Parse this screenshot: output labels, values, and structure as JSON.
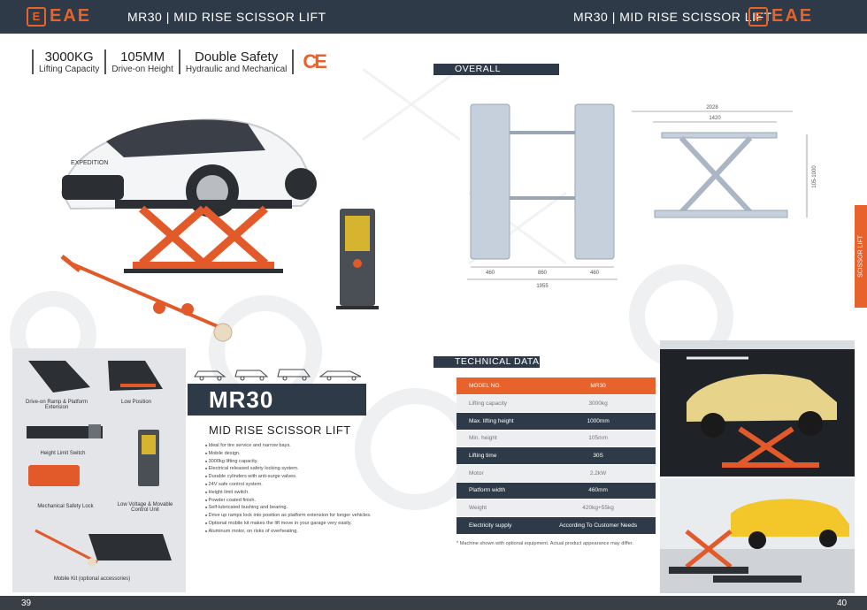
{
  "header": {
    "brand": "EAE",
    "logo_mark": "E",
    "left_title": "MR30 | MID RISE SCISSOR LIFT",
    "right_title": "MR30 | MID RISE SCISSOR LIFT"
  },
  "specs": [
    {
      "value": "3000KG",
      "label": "Lifting Capacity"
    },
    {
      "value": "105MM",
      "label": "Drive-on Height"
    },
    {
      "value": "Double Safety",
      "label": "Hydraulic and Mechanical"
    }
  ],
  "ce_mark": "CE",
  "overall_dimension": {
    "title": "OVERALL DIMENSION",
    "top_view": {
      "left_width": "460",
      "gap": "860",
      "right_width": "460",
      "total_width": "1955"
    },
    "side_view": {
      "total_length": "2028",
      "inner_length": "1420",
      "height": "105-1000"
    }
  },
  "accessories": [
    {
      "label": "Drive-on Ramp & Platform Extension"
    },
    {
      "label": "Low Position"
    },
    {
      "label": "Height Limit Switch"
    },
    {
      "label": "Mechanical Safety Lock"
    },
    {
      "label": "Low Voltage & Movable Control Unit"
    },
    {
      "label": "Mobile Kit (optional accessories)"
    }
  ],
  "product": {
    "model": "MR30",
    "subtitle": "MID RISE SCISSOR LIFT",
    "features": [
      "Ideal for tire service and narrow bays.",
      "Mobile design.",
      "3000kg lifting capacity.",
      "Electrical released  safety locking system.",
      "Durable cylinders with anti-surge valves.",
      "24V safe control system.",
      "Height limit switch.",
      "Powder coated finish.",
      "Self-lubricated bushing and bearing.",
      "Drive up ramps lock into position as platform extension for longer vehicles.",
      "Optional mobile kit makes the lift move in your garage very easily.",
      "Aluminum motor, on risks of overheating."
    ]
  },
  "technical_data": {
    "title": "TECHNICAL DATA",
    "rows": [
      {
        "label": "MODEL NO.",
        "value": "MR30",
        "style": "head"
      },
      {
        "label": "Lifting capacity",
        "value": "3000kg",
        "style": "light"
      },
      {
        "label": "Max. lifting height",
        "value": "1000mm",
        "style": "dark"
      },
      {
        "label": "Min. height",
        "value": "105mm",
        "style": "light"
      },
      {
        "label": "Lifting time",
        "value": "30S",
        "style": "dark"
      },
      {
        "label": "Motor",
        "value": "2.2kW",
        "style": "light"
      },
      {
        "label": "Platform width",
        "value": "460mm",
        "style": "dark"
      },
      {
        "label": "Weight",
        "value": "420kg+55kg",
        "style": "light"
      },
      {
        "label": "Electricity supply",
        "value": "According To Customer Needs",
        "style": "dark"
      }
    ],
    "note": "* Machine shown with optional equipment. Actual product appearance may differ."
  },
  "side_tab": "SCISSOR LIFT",
  "page_numbers": {
    "left": "39",
    "right": "40"
  },
  "colors": {
    "accent": "#e8622c",
    "navy": "#2e3a47",
    "lift_orange": "#e25a2a",
    "platform_dark": "#2c2f33"
  }
}
